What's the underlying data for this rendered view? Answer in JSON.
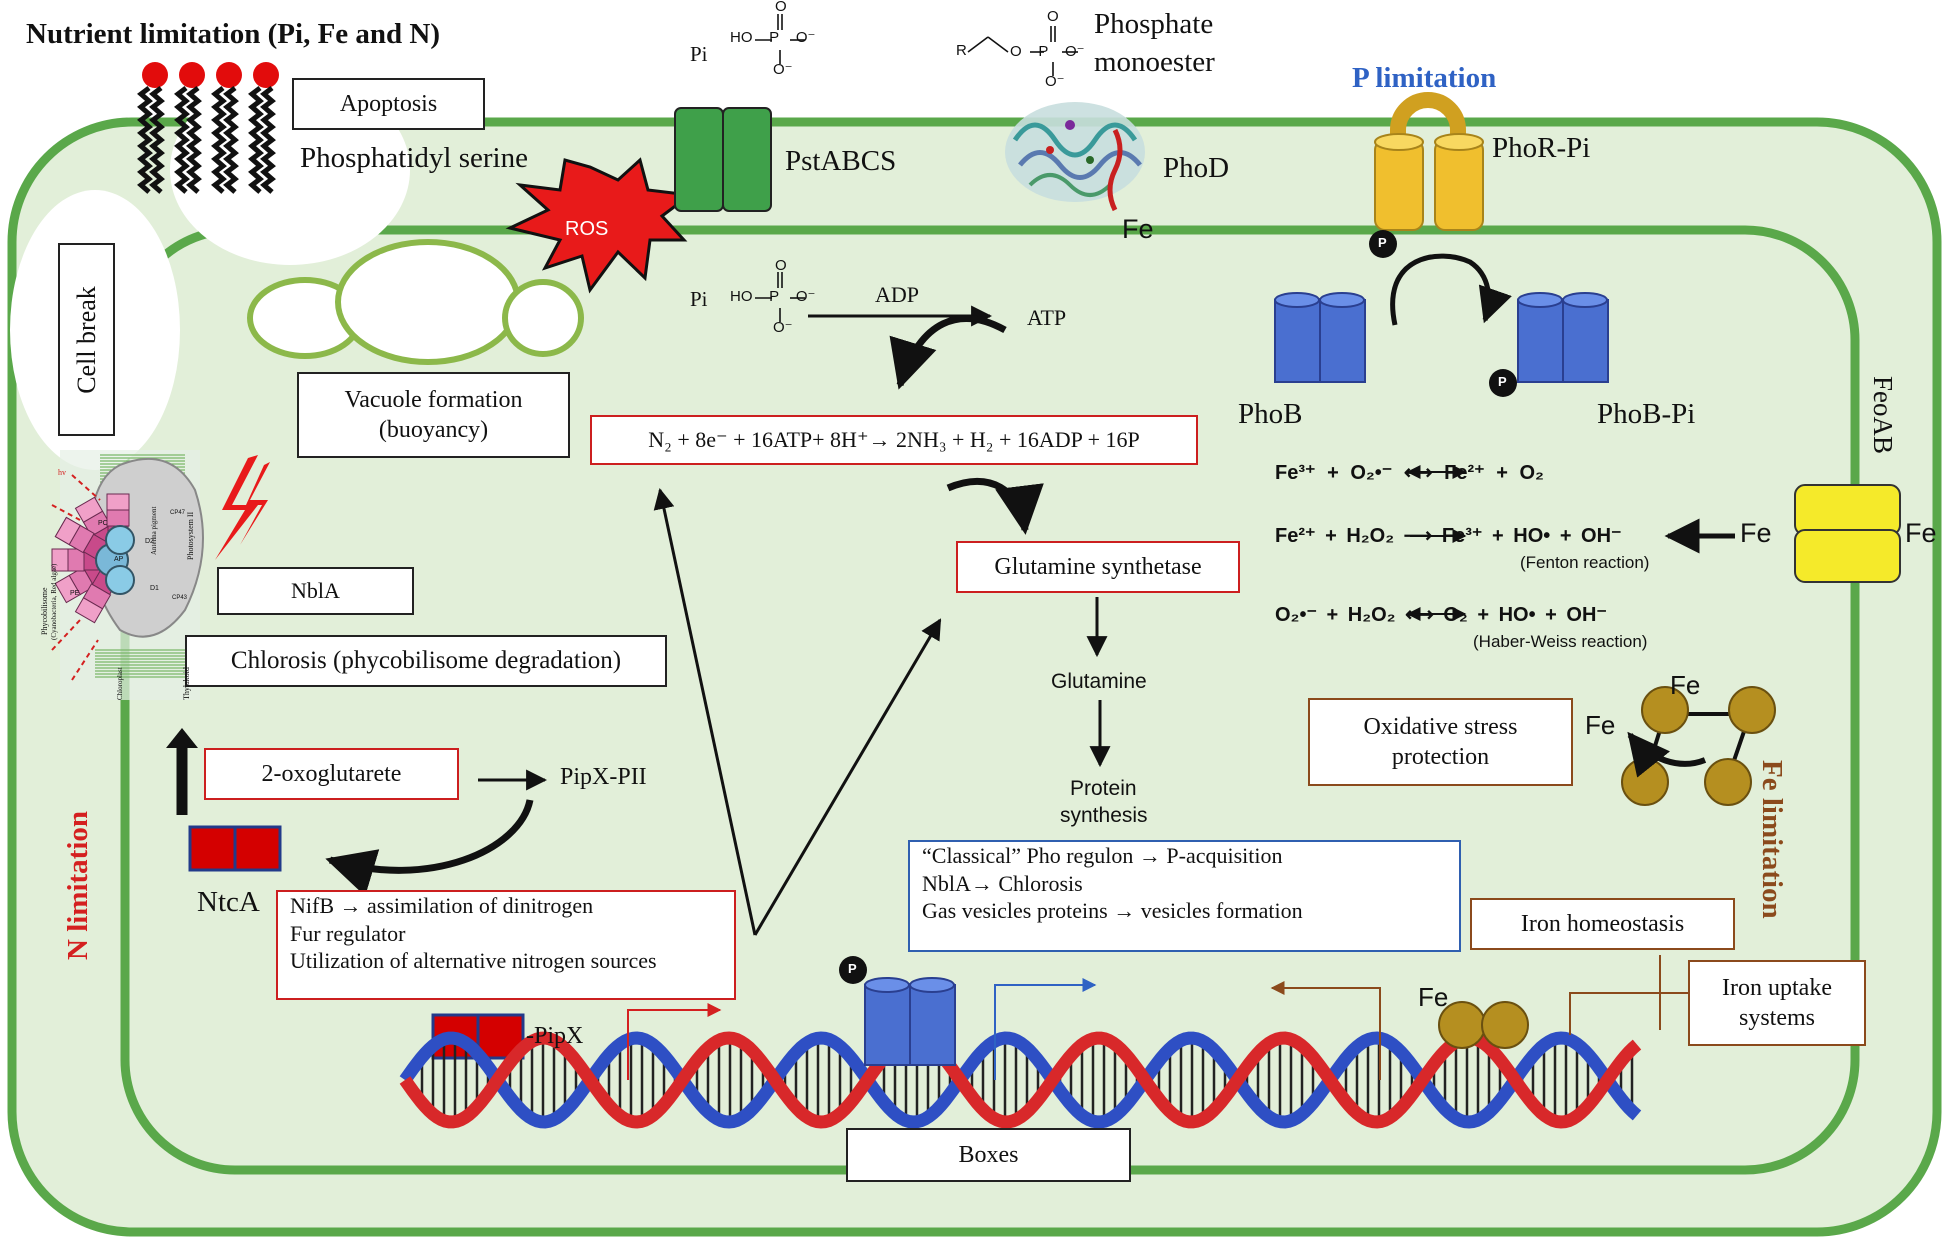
{
  "header": {
    "title": "Nutrient limitation (Pi, Fe and N)",
    "p_limitation": "P limitation",
    "fe_limitation": "Fe limitation",
    "n_limitation": "N limitation"
  },
  "membrane": {
    "apoptosis": "Apoptosis",
    "phosphatidyl_serine": "Phosphatidyl serine",
    "cell_break": "Cell break",
    "ros": "ROS",
    "pstabcs": "PstABCS",
    "phod": "PhoD",
    "phod_fe": "Fe",
    "phor_pi": "PhoR-Pi",
    "feoab": "FeoAB",
    "fe_outside": "Fe",
    "fe_inside": "Fe"
  },
  "chem": {
    "pi_label_top": "Pi",
    "pi_label_mid": "Pi",
    "phosphate_monoester_1": "Phosphate",
    "phosphate_monoester_2": "monoester",
    "p_symbol": "P",
    "adp": "ADP",
    "atp": "ATP"
  },
  "left_panel": {
    "vacuole_1": "Vacuole formation",
    "vacuole_2": "(buoyancy)",
    "nbla": "NblA",
    "chlorosis": "Chlorosis (phycobilisome degradation)",
    "oxoglutarate": "2-oxoglutarete",
    "pipx_pii": "PipX-PII",
    "ntca": "NtcA",
    "ntca_targets": [
      "NifB → assimilation of dinitrogen",
      "Fur regulator",
      "Utilization of alternative nitrogen sources"
    ],
    "pipx": "-PipX"
  },
  "center": {
    "nitrogenase_eq": "N₂ + 8e⁻ + 16ATP+ 8H⁺→ 2NH₃ + H₂ + 16ADP + 16P",
    "glutamine_synthetase": "Glutamine synthetase",
    "glutamine": "Glutamine",
    "protein_1": "Protein",
    "protein_2": "synthesis",
    "pho_regulon_lines": [
      "“Classical” Pho regulon → P-acquisition",
      "NblA→ Chlorosis",
      "Gas vesicles proteins → vesicles formation"
    ]
  },
  "right_panel": {
    "phob": "PhoB",
    "phob_pi": "PhoB-Pi",
    "reaction_1": "Fe³⁺ + O₂•⁻ ⟷ Fe²⁺ + O₂",
    "reaction_2": "Fe²⁺ + H₂O₂ ⟶ Fe³⁺ + HO• + OH⁻",
    "fenton": "(Fenton reaction)",
    "reaction_3": "O₂•⁻ + H₂O₂ ⟷ O₂ + HO• + OH⁻",
    "haber_weiss": "(Haber-Weiss reaction)",
    "oxidative_1": "Oxidative stress",
    "oxidative_2": "protection",
    "fe_a": "Fe",
    "fe_b": "Fe",
    "iron_homeostasis": "Iron homeostasis",
    "iron_uptake_1": "Iron uptake",
    "iron_uptake_2": "systems",
    "fe_dna": "Fe"
  },
  "photosystem": {
    "phycobilisome_1": "Phycobilisome",
    "phycobilisome_2": "(Cyanobacteria, Red algae)",
    "thylakoid": "Thylakoid",
    "chloroplast": "Chloroplast",
    "photosystem_ii": "Photosystem II",
    "antenna": "Antenna pigment",
    "pc": "PC",
    "ap": "AP",
    "pe": "PE",
    "hv": "hv",
    "d1": "D1",
    "d2": "D2",
    "cp43": "CP43",
    "cp47": "CP47"
  },
  "dna": {
    "boxes": "Boxes"
  },
  "colors": {
    "cell_green": "#5aa84a",
    "cytoplasm": "#e2efd9",
    "red_label": "#d42020",
    "blue_label": "#2f62c4",
    "brown_label": "#8b4a1c",
    "protein_blue": "#4a6fd0",
    "feoab_yellow": "#f5ea2a",
    "phor_yellow": "#f0bf2e",
    "iron_gold": "#b58f20",
    "ros_red": "#e81a1a"
  },
  "icons": {
    "lipid": "phosphatidylserine-lipid-icon",
    "ros": "ros-burst-icon",
    "lightning": "lightning-icon",
    "phod": "phod-protein-structure-icon",
    "dna": "dna-helix-icon"
  }
}
